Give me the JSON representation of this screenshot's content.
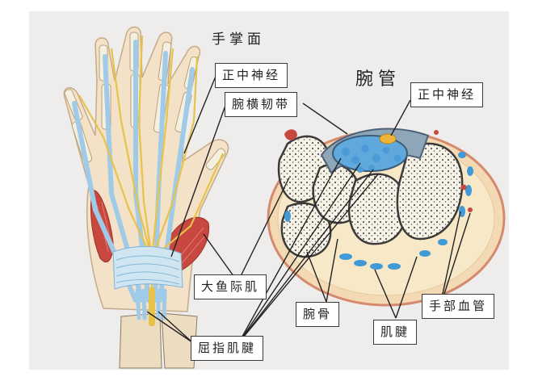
{
  "diagram": {
    "palm_title": "手掌面",
    "section_title": "腕管",
    "labels": {
      "median_nerve_left": "正中神经",
      "transverse_ligament": "腕横韧带",
      "median_nerve_right": "正中神经",
      "thenar_muscle": "大鱼际肌",
      "flexor_tendons": "屈指肌腱",
      "carpal_bones": "腕骨",
      "tendons": "肌腱",
      "hand_vessels": "手部血管"
    },
    "colors": {
      "background": "#eeedec",
      "tendon_blue": "#9fcbe8",
      "nerve_yellow": "#e8c24a",
      "muscle_red": "#c8483f",
      "bone": "#f5f0e2",
      "skin": "#f3d9b4"
    }
  }
}
